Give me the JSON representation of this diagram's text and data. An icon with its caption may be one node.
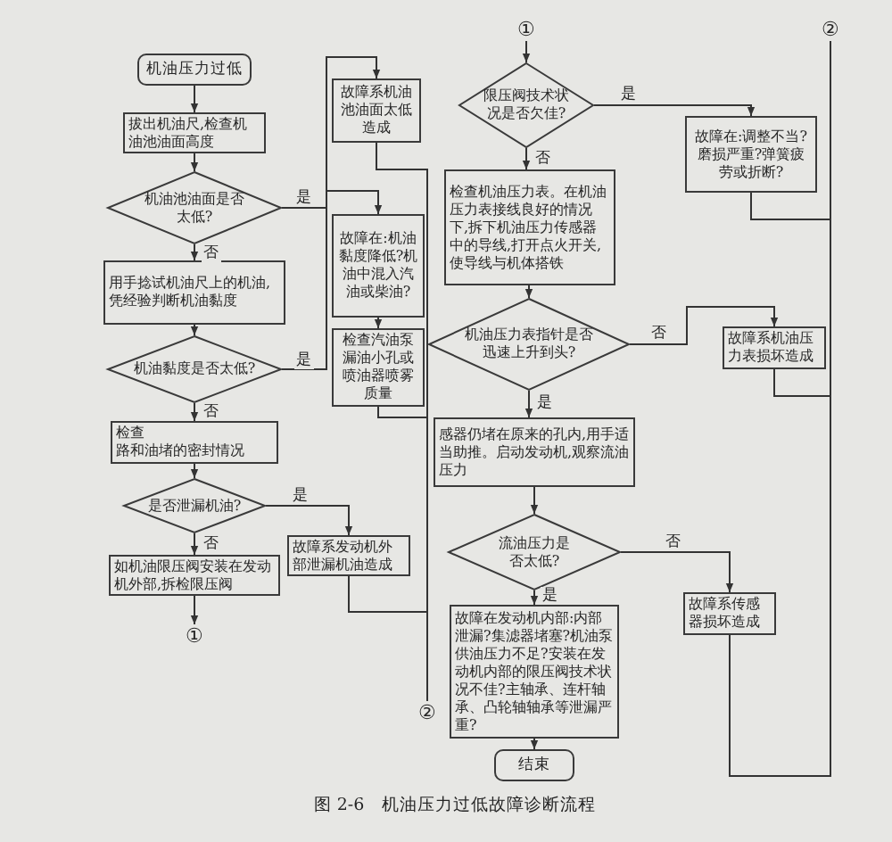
{
  "diagram": {
    "caption": "图 2-6　机油压力过低故障诊断流程",
    "nodes": [
      {
        "text": [
          "机油压力过低"
        ]
      },
      {
        "text": [
          "拔出机油尺,检查机油池油面高度"
        ]
      },
      {
        "text": [
          "机油池油面是否太低?"
        ]
      },
      {
        "text": [
          "用手捻试机油尺上的机油,凭经验判断机油黏度"
        ]
      },
      {
        "text": [
          "机油黏度是否太低?"
        ]
      },
      {
        "text": [
          "检查",
          "路和油堵的密封情况"
        ]
      },
      {
        "text": [
          "是否泄漏机油?"
        ]
      },
      {
        "text": [
          "如机油限压阀安装在发动机外部,拆检限压阀"
        ]
      },
      {
        "text": [
          "①"
        ]
      },
      {
        "text": [
          "故障系机油池油面太低造成"
        ]
      },
      {
        "text": [
          "故障在:机油黏度降低?机油中混入汽油或柴油?"
        ]
      },
      {
        "text": [
          "检查汽油泵漏油小孔或喷油器喷雾质量"
        ]
      },
      {
        "text": [
          "故障系发动机外部泄漏机油造成"
        ]
      },
      {
        "text": [
          "②"
        ]
      },
      {
        "text": [
          "①"
        ]
      },
      {
        "text": [
          "限压阀技术状况是否欠佳?"
        ]
      },
      {
        "text": [
          "检查机油压力表。在机油压力表接线良好的情况下,拆下机油压力传感器中的导线,打开点火开关,使导线与机体搭铁"
        ]
      },
      {
        "text": [
          "机油压力表指针是否迅速上升到头?"
        ]
      },
      {
        "text": [
          "感器仍堵在原来的孔内,用手适当助推。启动发动机,观察流油压力"
        ]
      },
      {
        "text": [
          "流油压力是否太低?"
        ]
      },
      {
        "text": [
          "故障在发动机内部:内部泄漏?集滤器堵塞?机油泵供油压力不足?安装在发动机内部的限压阀技术状况不佳?主轴承、连杆轴承、凸轮轴轴承等泄漏严重?"
        ]
      },
      {
        "text": [
          "结束"
        ]
      },
      {
        "text": [
          "故障在:调整不当?磨损严重?弹簧疲劳或折断?"
        ]
      },
      {
        "text": [
          "故障系机油压力表损坏造成"
        ]
      },
      {
        "text": [
          "故障系传感器损坏造成"
        ]
      },
      {
        "text": [
          "②"
        ]
      }
    ],
    "edges": [
      {
        "from": 0,
        "to": 1,
        "arrow": "to"
      },
      {
        "from": 1,
        "to": 2,
        "arrow": "to"
      },
      {
        "from": 2,
        "to": 9,
        "arrow": "to",
        "label": "是"
      },
      {
        "from": 2,
        "to": 3,
        "arrow": "to",
        "label": "否"
      },
      {
        "from": 3,
        "to": 4,
        "arrow": "to"
      },
      {
        "from": 4,
        "to": 10,
        "arrow": "to",
        "label": "是"
      },
      {
        "from": 4,
        "to": 5,
        "arrow": "to",
        "label": "否"
      },
      {
        "from": 5,
        "to": 6,
        "arrow": "to"
      },
      {
        "from": 6,
        "to": 12,
        "arrow": "to",
        "label": "是"
      },
      {
        "from": 6,
        "to": 7,
        "arrow": "to",
        "label": "否"
      },
      {
        "from": 7,
        "to": 8,
        "arrow": "to"
      },
      {
        "from": 10,
        "to": 11,
        "arrow": "to"
      },
      {
        "from": 9,
        "to": 13,
        "arrow": "none"
      },
      {
        "from": 11,
        "to": 13,
        "arrow": "none"
      },
      {
        "from": 12,
        "to": 13,
        "arrow": "none"
      },
      {
        "from": 14,
        "to": 15,
        "arrow": "to"
      },
      {
        "from": 15,
        "to": 22,
        "arrow": "to",
        "label": "是"
      },
      {
        "from": 15,
        "to": 16,
        "arrow": "to",
        "label": "否"
      },
      {
        "from": 16,
        "to": 17,
        "arrow": "to"
      },
      {
        "from": 17,
        "to": 23,
        "arrow": "to",
        "label": "否"
      },
      {
        "from": 17,
        "to": 18,
        "arrow": "to",
        "label": "是"
      },
      {
        "from": 18,
        "to": 19,
        "arrow": "to"
      },
      {
        "from": 19,
        "to": 24,
        "arrow": "to",
        "label": "否"
      },
      {
        "from": 19,
        "to": 20,
        "arrow": "to",
        "label": "是"
      },
      {
        "from": 20,
        "to": 21,
        "arrow": "to"
      },
      {
        "from": 22,
        "to": 25,
        "arrow": "none"
      },
      {
        "from": 23,
        "to": 25,
        "arrow": "none"
      },
      {
        "from": 24,
        "to": 25,
        "arrow": "none"
      }
    ]
  }
}
